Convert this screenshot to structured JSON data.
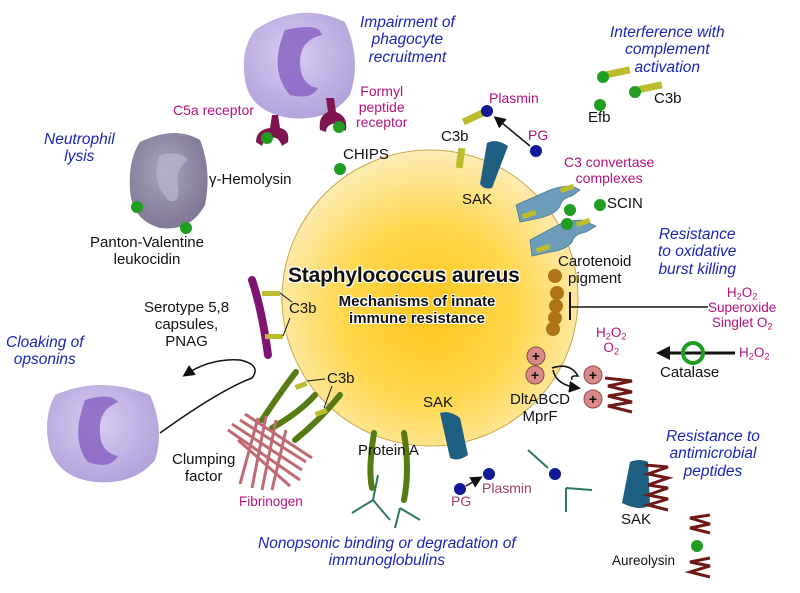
{
  "title": {
    "organism": "Staphylococcus aureus",
    "subtitle_line1": "Mechanisms of innate",
    "subtitle_line2": "immune resistance"
  },
  "categories": {
    "impairment_phagocyte": [
      "Impairment of",
      "phagocyte",
      "recruitment"
    ],
    "interference_complement": [
      "Interference with",
      "complement",
      "activation"
    ],
    "neutrophil_lysis": [
      "Neutrophil",
      "lysis"
    ],
    "oxidative_burst": [
      "Resistance",
      "to oxidative",
      "burst killing"
    ],
    "cloaking_opsonins": [
      "Cloaking of",
      "opsonins"
    ],
    "antimicrobial_peptides": [
      "Resistance to",
      "antimicrobial",
      "peptides"
    ],
    "nonopsonic": [
      "Nonopsonic binding or degradation of",
      "immunoglobulins"
    ]
  },
  "labels": {
    "c5a_receptor": "C5a receptor",
    "formyl_peptide_receptor": [
      "Formyl",
      "peptide",
      "receptor"
    ],
    "chips": "CHIPS",
    "gamma_hemolysin": "γ-Hemolysin",
    "pvl": [
      "Panton-Valentine",
      "leukocidin"
    ],
    "plasmin_top": "Plasmin",
    "pg_top": "PG",
    "c3b_top": "C3b",
    "sak_top": "SAK",
    "efb": "Efb",
    "c3b_efb": "C3b",
    "c3_convertase": [
      "C3 convertase",
      "complexes"
    ],
    "scin": "SCIN",
    "carotenoid": [
      "Carotenoid",
      "pigment"
    ],
    "ros_h2o2": "H2O2",
    "ros_superoxide": "Superoxide",
    "ros_singlet": "Singlet O2",
    "catalase_products": [
      "H2O2",
      "O2"
    ],
    "catalase_input": "H2O2",
    "catalase": "Catalase",
    "serotype": [
      "Serotype 5,8",
      "capsules,",
      "PNAG"
    ],
    "c3b_capsule": "C3b",
    "c3b_clumping": "C3b",
    "clumping_factor": [
      "Clumping",
      "factor"
    ],
    "fibrinogen": "Fibrinogen",
    "protein_a": "Protein A",
    "sak_bottom": "SAK",
    "dltabcd": [
      "DltABCD",
      "MprF"
    ],
    "pg_bottom": "PG",
    "plasmin_bottom": "Plasmin",
    "sak_peptides": "SAK",
    "aureolysin": "Aureolysin"
  },
  "colors": {
    "category_text": "#1a26b5",
    "molecule_text": "#b0127f",
    "plasmin_text": "#a0405a",
    "cell_core": "#ffd23a",
    "cell_edge": "#fdebb0",
    "neutrophil": "#c4b6e6",
    "green_protein": "#1f9e22",
    "c3b_fragment": "#bcbc2c",
    "receptor": "#7e1450",
    "sak": "#1f5f82",
    "plasmin_ball": "#101a96",
    "carotenoid": "#b07418",
    "positive_charge": "#d98a88",
    "peptide": "#6f1818",
    "fibrinogen": "#c06a74",
    "clumping_factor": "#567b12",
    "antibody": "#2b7a5a",
    "convertase": "#6b9cb8"
  }
}
